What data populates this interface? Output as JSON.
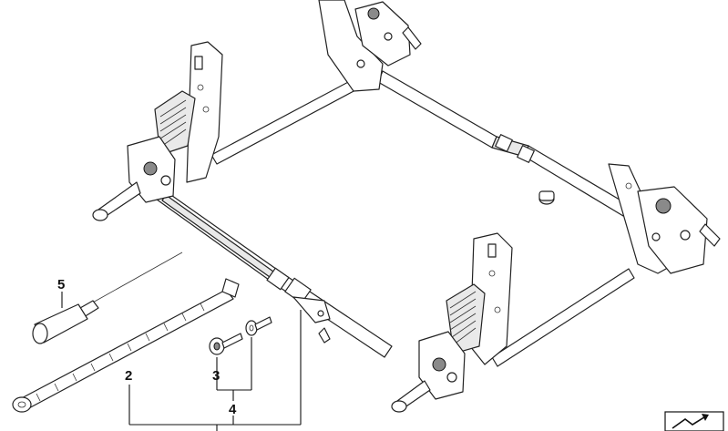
{
  "callouts": {
    "c2": "2",
    "c3": "3",
    "c4": "4",
    "c5": "5"
  },
  "icons": {
    "corner": "bracket-arrow-icon"
  },
  "colors": {
    "line": "#111111",
    "fill": "#ffffff",
    "shade": "#e9e9e9"
  }
}
